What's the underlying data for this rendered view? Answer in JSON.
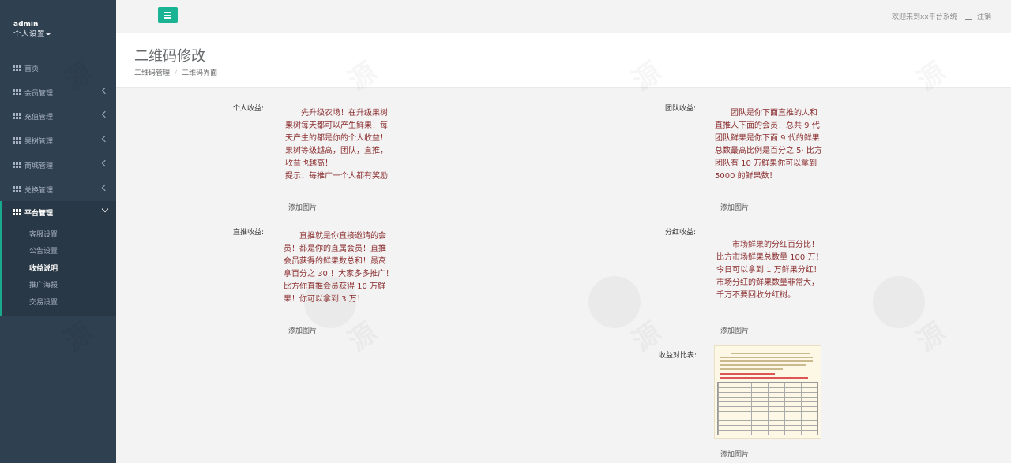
{
  "sidebar": {
    "user": "admin",
    "settings": "个人设置",
    "items": [
      {
        "label": "首页"
      },
      {
        "label": "会员管理"
      },
      {
        "label": "充值管理"
      },
      {
        "label": "果树管理"
      },
      {
        "label": "商城管理"
      },
      {
        "label": "兑换管理"
      }
    ],
    "active_group": {
      "label": "平台管理",
      "children": [
        "客服设置",
        "公告设置",
        "收益说明",
        "推广海报",
        "交易设置"
      ]
    }
  },
  "topbar": {
    "welcome": "欢迎来到xx平台系统",
    "logout": "注销"
  },
  "heading": {
    "title": "二维码修改",
    "breadcrumb": [
      "二维码管理",
      "二维码界面"
    ]
  },
  "fields": {
    "personal": {
      "label": "个人收益:",
      "lines": [
        "　　先升级农场！在升级果树",
        "果树每天都可以产生鲜果！每",
        "天产生的都是你的个人收益！",
        "果树等级越高，团队，直推，",
        "收益也越高！",
        "提示：每推广一个人都有奖励"
      ],
      "add": "添加图片"
    },
    "team": {
      "label": "团队收益:",
      "lines": [
        "　　团队是你下面直推的人和",
        "直推人下面的会员！总共 9 代",
        "团队鲜果是你下面 9 代的鲜果",
        "总数最高比例是百分之 5· 比方",
        "团队有 10 万鲜果你可以拿到",
        "5000 的鲜果数！"
      ],
      "add": "添加图片"
    },
    "direct": {
      "label": "直推收益:",
      "lines": [
        "　　直推就是你直接邀请的会",
        "员！都是你的直属会员！直推",
        "会员获得的鲜果数总和！最高",
        "拿百分之 30 ！大家多多推广！",
        "比方你直推会员获得 10 万鲜",
        "果！你可以拿到 3 万！"
      ],
      "add": "添加图片"
    },
    "dividend": {
      "label": "分红收益:",
      "lines": [
        "　　市场鲜果的分红百分比！",
        "比方市场鲜果总数量 100 万！",
        "今日可以拿到 1 万鲜果分红！",
        "市场分红的鲜果数量非常大，",
        "千万不要回收分红树。"
      ],
      "add": "添加图片"
    },
    "compare": {
      "label": "收益对比表:",
      "add": "添加图片"
    }
  },
  "colors": {
    "sidebar_bg": "#2f4050",
    "accent": "#1ab394",
    "field_text": "#8b2e2e"
  }
}
